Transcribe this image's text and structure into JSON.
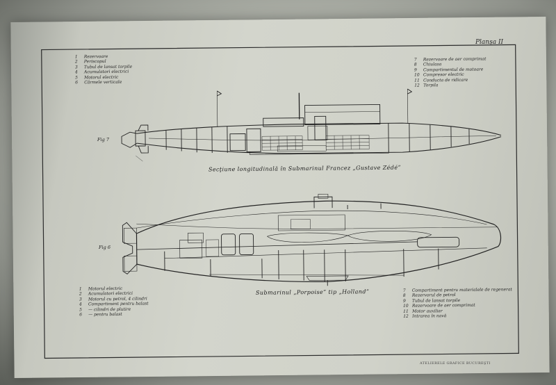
{
  "plate_label": "Planşa II",
  "printer_imprint": "ATELIERELE GRAFICE BUCUREŞTI",
  "figure1": {
    "label": "Fig 7",
    "caption": "Secţiune longitudinală în Submarinul Francez „Gustave Zédé”",
    "legend_left": [
      {
        "num": "1",
        "text": "Rezervoare"
      },
      {
        "num": "2",
        "text": "Periscopul"
      },
      {
        "num": "3",
        "text": "Tubul de lansat torpile"
      },
      {
        "num": "4",
        "text": "Acumulatori electrici"
      },
      {
        "num": "5",
        "text": "Motorul electric"
      },
      {
        "num": "6",
        "text": "Cârmele verticale"
      }
    ],
    "legend_right": [
      {
        "num": "7",
        "text": "Rezervoare de aer comprimat"
      },
      {
        "num": "8",
        "text": "Chiulasa"
      },
      {
        "num": "9",
        "text": "Compartimentul de motoare"
      },
      {
        "num": "10",
        "text": "Compresor electric"
      },
      {
        "num": "11",
        "text": "Conducta de ridicare"
      },
      {
        "num": "12",
        "text": "Torpila"
      }
    ]
  },
  "figure2": {
    "label": "Fig 6",
    "caption": "Submarinul „Porpoise” tip „Holland”",
    "legend_left": [
      {
        "num": "1",
        "text": "Motorul electric"
      },
      {
        "num": "2",
        "text": "Acumulatori electrici"
      },
      {
        "num": "3",
        "text": "Motorul cu petrol, 4 cilindri"
      },
      {
        "num": "4",
        "text": "Compartiment pentru balast"
      },
      {
        "num": "5",
        "text": "— cilindri de plutire"
      },
      {
        "num": "6",
        "text": "— pentru balast"
      }
    ],
    "legend_right": [
      {
        "num": "7",
        "text": "Compartiment pentru materialele de regenerat"
      },
      {
        "num": "8",
        "text": "Rezervorul de petrol"
      },
      {
        "num": "9",
        "text": "Tubul de lansat torpile"
      },
      {
        "num": "10",
        "text": "Rezervoare de aer comprimat"
      },
      {
        "num": "11",
        "text": "Motor auxiliar"
      },
      {
        "num": "12",
        "text": "Intrarea în navă"
      }
    ]
  },
  "colors": {
    "ink": "#222222",
    "paper": "#d0d2c9"
  }
}
